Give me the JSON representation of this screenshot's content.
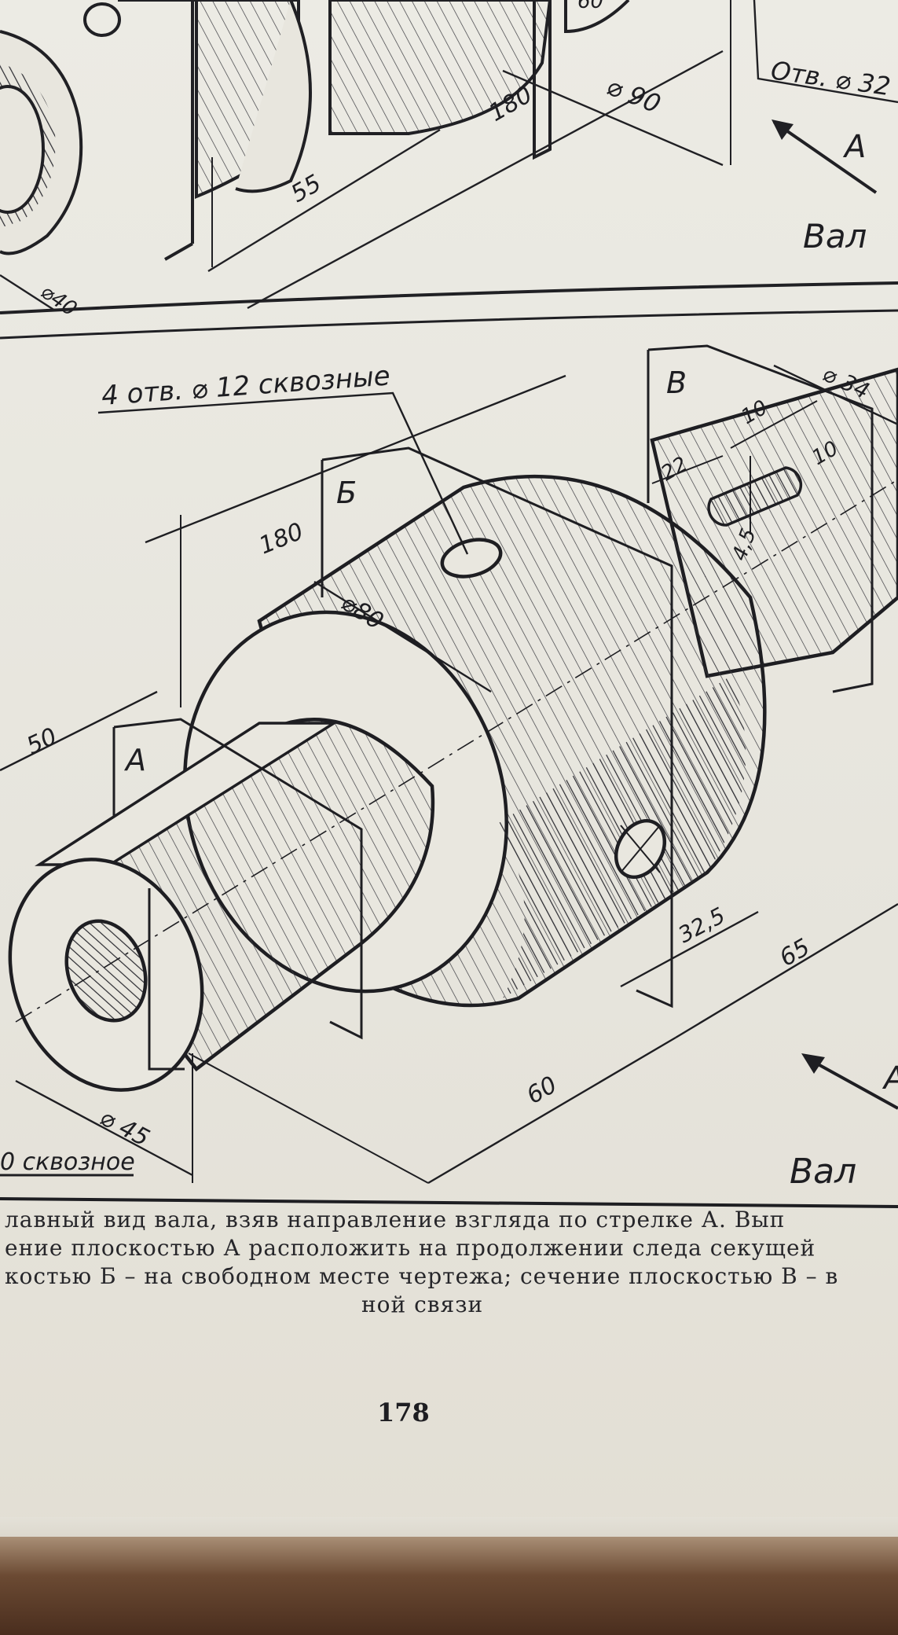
{
  "top_figure": {
    "labels": {
      "hole_note": "Отв. ⌀ 32",
      "arrow_label": "A",
      "title": "Вал",
      "dim_55": "55",
      "dim_180": "180",
      "dim_d90": "⌀ 90",
      "dim_d40": "⌀40",
      "dim_top_partial": "60"
    }
  },
  "main_figure": {
    "labels": {
      "hole_note": "4 отв. ⌀ 12  сквозные",
      "plane_a": "А",
      "plane_b": "Б",
      "plane_v": "В",
      "dim_180": "180",
      "dim_d80": "⌀80",
      "dim_50": "50",
      "dim_d34": "⌀ 34",
      "dim_10a": "10",
      "dim_10b": "10",
      "dim_22": "22",
      "dim_4_5": "4,5",
      "dim_32_5": "32,5",
      "dim_65": "65",
      "dim_60": "60",
      "dim_d45": "⌀ 45",
      "through_note": "0 сквозное",
      "arrow_label": "A",
      "title": "Вал"
    }
  },
  "caption": {
    "line1": "лавный вид вала, взяв направление взгляда по стрелке А. Вып",
    "line2": "ение плоскостью А расположить на продолжении следа секущей",
    "line3": "костью Б – на свободном месте чертежа; сечение плоскостью В – в",
    "line4": "ной связи"
  },
  "page_number": "178"
}
